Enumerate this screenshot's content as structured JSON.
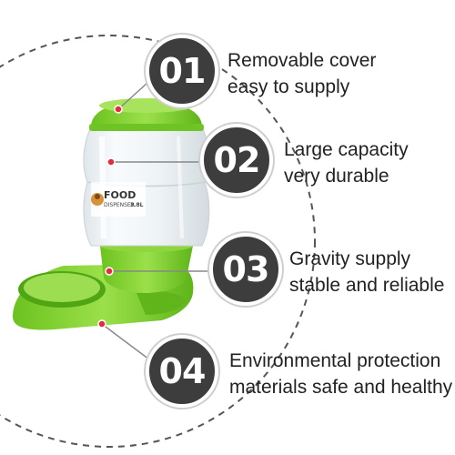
{
  "features": [
    {
      "number": "01",
      "line1": "Removable cover",
      "line2": "easy to supply"
    },
    {
      "number": "02",
      "line1": "Large capacity",
      "line2": "very durable"
    },
    {
      "number": "03",
      "line1": "Gravity supply",
      "line2": "stable and reliable"
    },
    {
      "number": "04",
      "line1": "Environmental protection",
      "line2": "materials safe and healthy"
    }
  ],
  "product_label": {
    "brand": "FOOD",
    "name": "DISPENSER",
    "size": "3.8L"
  },
  "colors": {
    "accent_red": "#e8293c",
    "lime_green": "#7fd12e",
    "badge": "#3d3d3d"
  }
}
